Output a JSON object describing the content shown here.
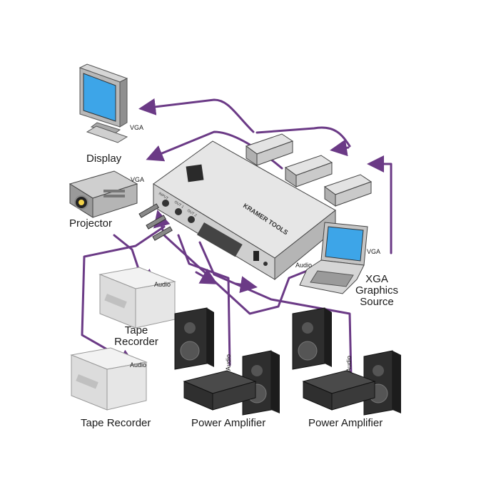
{
  "devices": {
    "display": "Display",
    "projector": "Projector",
    "xga_source": [
      "XGA",
      "Graphics",
      "Source"
    ],
    "tape_recorder_mid": [
      "Tape",
      "Recorder"
    ],
    "tape_recorder_bottom": "Tape Recorder",
    "power_amp_left": "Power Amplifier",
    "power_amp_right": "Power Amplifier"
  },
  "signals": {
    "vga_display": "VGA",
    "vga_projector": "VGA",
    "vga_source": "VGA",
    "audio_source": "Audio",
    "audio_tape_mid": "Audio",
    "audio_tape_bottom": "Audio",
    "audio_amp_left": "Audio",
    "audio_amp_right": "Audio"
  },
  "unit": {
    "brand": "KRAMER TOOLS",
    "input_label": "INPUT",
    "out1_label": "OUT 1",
    "out2_label": "OUT 2"
  },
  "colors": {
    "cable": "#6b3a86",
    "device_gray": "#c8c8c8",
    "dark_device": "#3a3a3a"
  }
}
